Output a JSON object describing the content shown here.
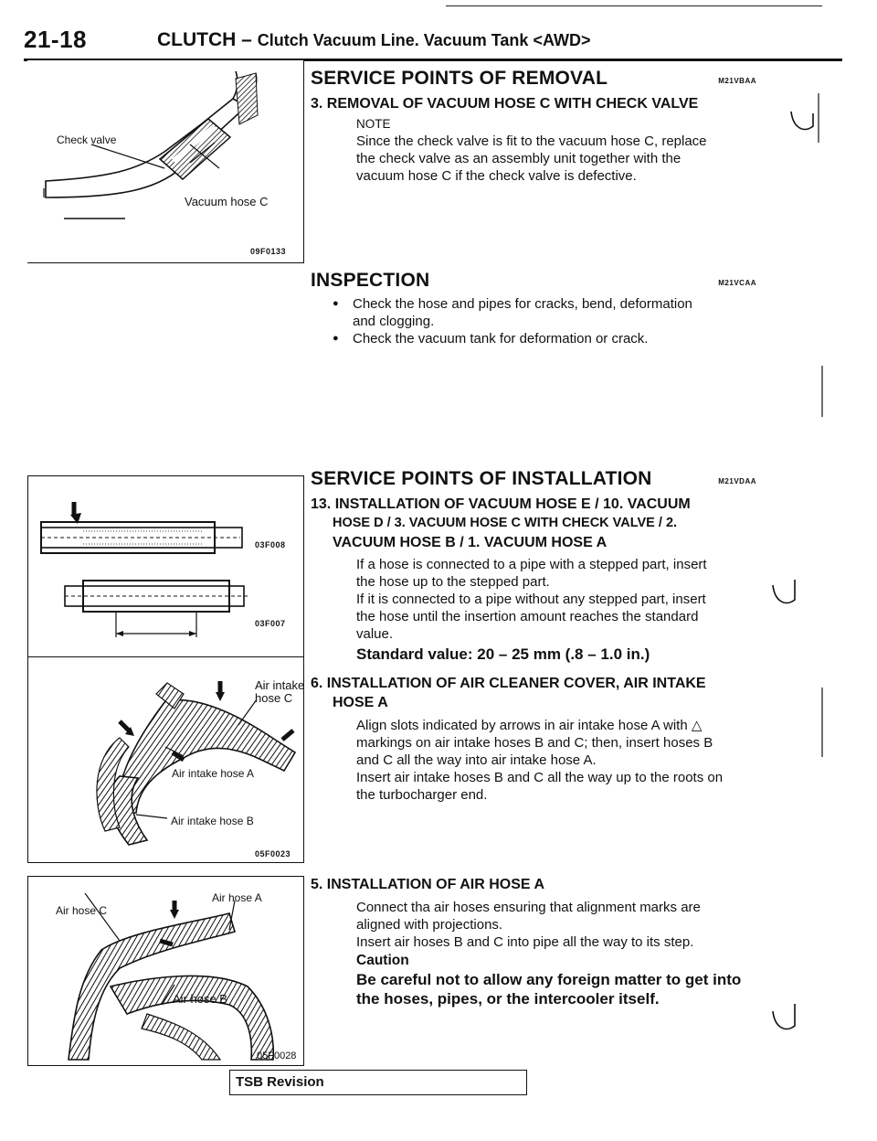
{
  "header": {
    "page_number": "21-18",
    "section": "CLUTCH",
    "dash": "–",
    "subtitle": "Clutch Vacuum Line. Vacuum Tank <AWD>"
  },
  "figures": {
    "fig1": {
      "labels": [
        "Check valve",
        "Vacuum hose C"
      ],
      "code": "09F0133"
    },
    "fig2": {
      "codes": [
        "03F008",
        "03F007"
      ]
    },
    "fig3": {
      "labels": [
        "Air intake hose C",
        "Air intake hose A",
        "Air intake hose B"
      ],
      "code": "05F0023"
    },
    "fig4": {
      "labels": [
        "Air hose A",
        "Air hose C",
        "Air hose B"
      ],
      "code": "05F0028"
    }
  },
  "removal": {
    "title": "SERVICE POINTS OF REMOVAL",
    "code": "M21VBAA",
    "step": "3. REMOVAL OF VACUUM HOSE C WITH CHECK VALVE",
    "note_label": "NOTE",
    "note_lines": [
      "Since the check valve is fit to the vacuum hose C, replace",
      "the check valve as an assembly unit together with the",
      "vacuum hose C if the check valve is defective."
    ]
  },
  "inspection": {
    "title": "INSPECTION",
    "code": "M21VCAA",
    "bullets": [
      [
        "Check the hose and pipes for cracks, bend, deformation",
        "and clogging."
      ],
      [
        "Check the vacuum tank for deformation or crack."
      ]
    ]
  },
  "installation": {
    "title": "SERVICE POINTS OF INSTALLATION",
    "code": "M21VDAA",
    "step13": {
      "lines": [
        "13. INSTALLATION OF VACUUM HOSE E / 10. VACUUM",
        "HOSE D / 3. VACUUM HOSE C WITH CHECK VALVE / 2.",
        "VACUUM HOSE B / 1. VACUUM HOSE A"
      ],
      "body": [
        "If a hose is connected to a pipe with a stepped part, insert",
        "the hose up to the stepped part.",
        "If it is connected to a pipe without any stepped part, insert",
        "the hose until the insertion amount reaches the standard",
        "value."
      ],
      "standard_value": "Standard value: 20 – 25 mm (.8 – 1.0 in.)"
    },
    "step6": {
      "lines": [
        "6. INSTALLATION OF AIR CLEANER COVER, AIR INTAKE",
        "HOSE A"
      ],
      "body": [
        "Align slots indicated by arrows in air intake hose A with △",
        "markings on air intake hoses B and C; then, insert hoses B",
        "and C all the way into air intake hose A.",
        "Insert air intake hoses B and C all the way up to the roots on",
        "the turbocharger end."
      ]
    },
    "step5": {
      "lines": [
        "5. INSTALLATION OF AIR HOSE A"
      ],
      "body": [
        "Connect tha air hoses ensuring that alignment marks are",
        "aligned with projections.",
        "Insert air hoses B and C into pipe all the way to its step."
      ],
      "caution_label": "Caution",
      "caution": [
        "Be careful not to allow any foreign matter to get into",
        "the hoses, pipes, or the intercooler itself."
      ]
    }
  },
  "footer": {
    "tsb": "TSB Revision"
  }
}
